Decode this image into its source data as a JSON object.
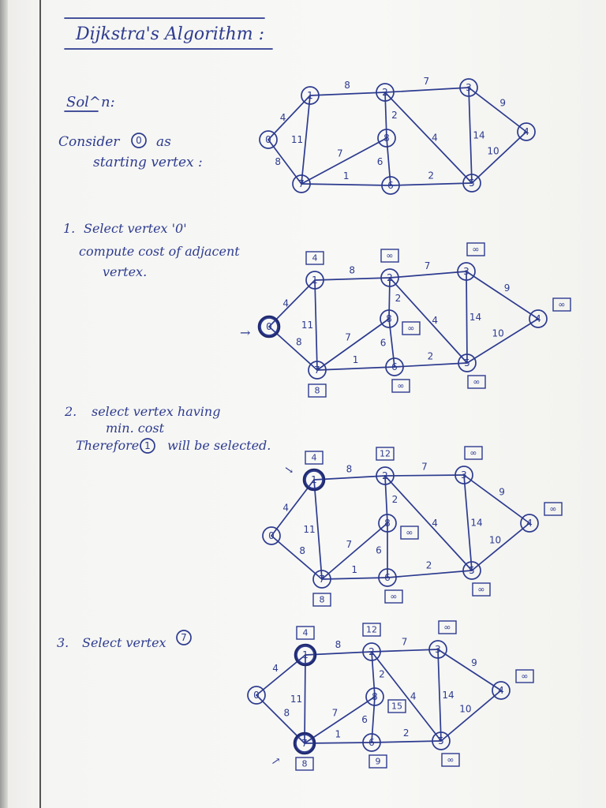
{
  "title": "Dijkstra's Algorithm :",
  "solution_label": "Sol^n:",
  "intro": {
    "line1": "Consider",
    "circled": "0",
    "line1_end": "as",
    "line2": "starting vertex :"
  },
  "steps": [
    {
      "number": "1.",
      "lines": [
        "Select vertex '0'",
        "compute cost of adjacent",
        "vertex."
      ]
    },
    {
      "number": "2.",
      "lines": [
        "select vertex having",
        "min. cost"
      ],
      "therefore": "Therefore",
      "circled": "1",
      "therefore_end": "will be selected."
    },
    {
      "number": "3.",
      "lines": [
        "Select vertex"
      ],
      "circled": "7"
    }
  ],
  "arrow_glyph": "→",
  "graph": {
    "nodes": [
      "0",
      "1",
      "2",
      "3",
      "4",
      "5",
      "6",
      "7",
      "8"
    ],
    "edges": [
      {
        "from": "0",
        "to": "1",
        "weight": "4"
      },
      {
        "from": "0",
        "to": "7",
        "weight": "8"
      },
      {
        "from": "1",
        "to": "2",
        "weight": "8"
      },
      {
        "from": "1",
        "to": "7",
        "weight": "11"
      },
      {
        "from": "2",
        "to": "3",
        "weight": "7"
      },
      {
        "from": "2",
        "to": "8",
        "weight": "2"
      },
      {
        "from": "2",
        "to": "5",
        "weight": "4"
      },
      {
        "from": "3",
        "to": "4",
        "weight": "9"
      },
      {
        "from": "3",
        "to": "5",
        "weight": "14"
      },
      {
        "from": "4",
        "to": "5",
        "weight": "10"
      },
      {
        "from": "5",
        "to": "6",
        "weight": "2"
      },
      {
        "from": "6",
        "to": "7",
        "weight": "1"
      },
      {
        "from": "6",
        "to": "8",
        "weight": "6"
      },
      {
        "from": "7",
        "to": "8",
        "weight": "7"
      }
    ]
  },
  "step_costs": [
    {},
    {
      "1": "4",
      "2": "∞",
      "3": "∞",
      "4": "∞",
      "5": "∞",
      "6": "∞",
      "7": "8",
      "8": "∞"
    },
    {
      "1": "4",
      "2": "12",
      "3": "∞",
      "4": "∞",
      "5": "∞",
      "6": "∞",
      "7": "8",
      "8": "∞"
    },
    {
      "1": "4",
      "2": "12",
      "3": "∞",
      "4": "∞",
      "5": "∞",
      "6": "9",
      "7": "8",
      "8": "15"
    }
  ]
}
